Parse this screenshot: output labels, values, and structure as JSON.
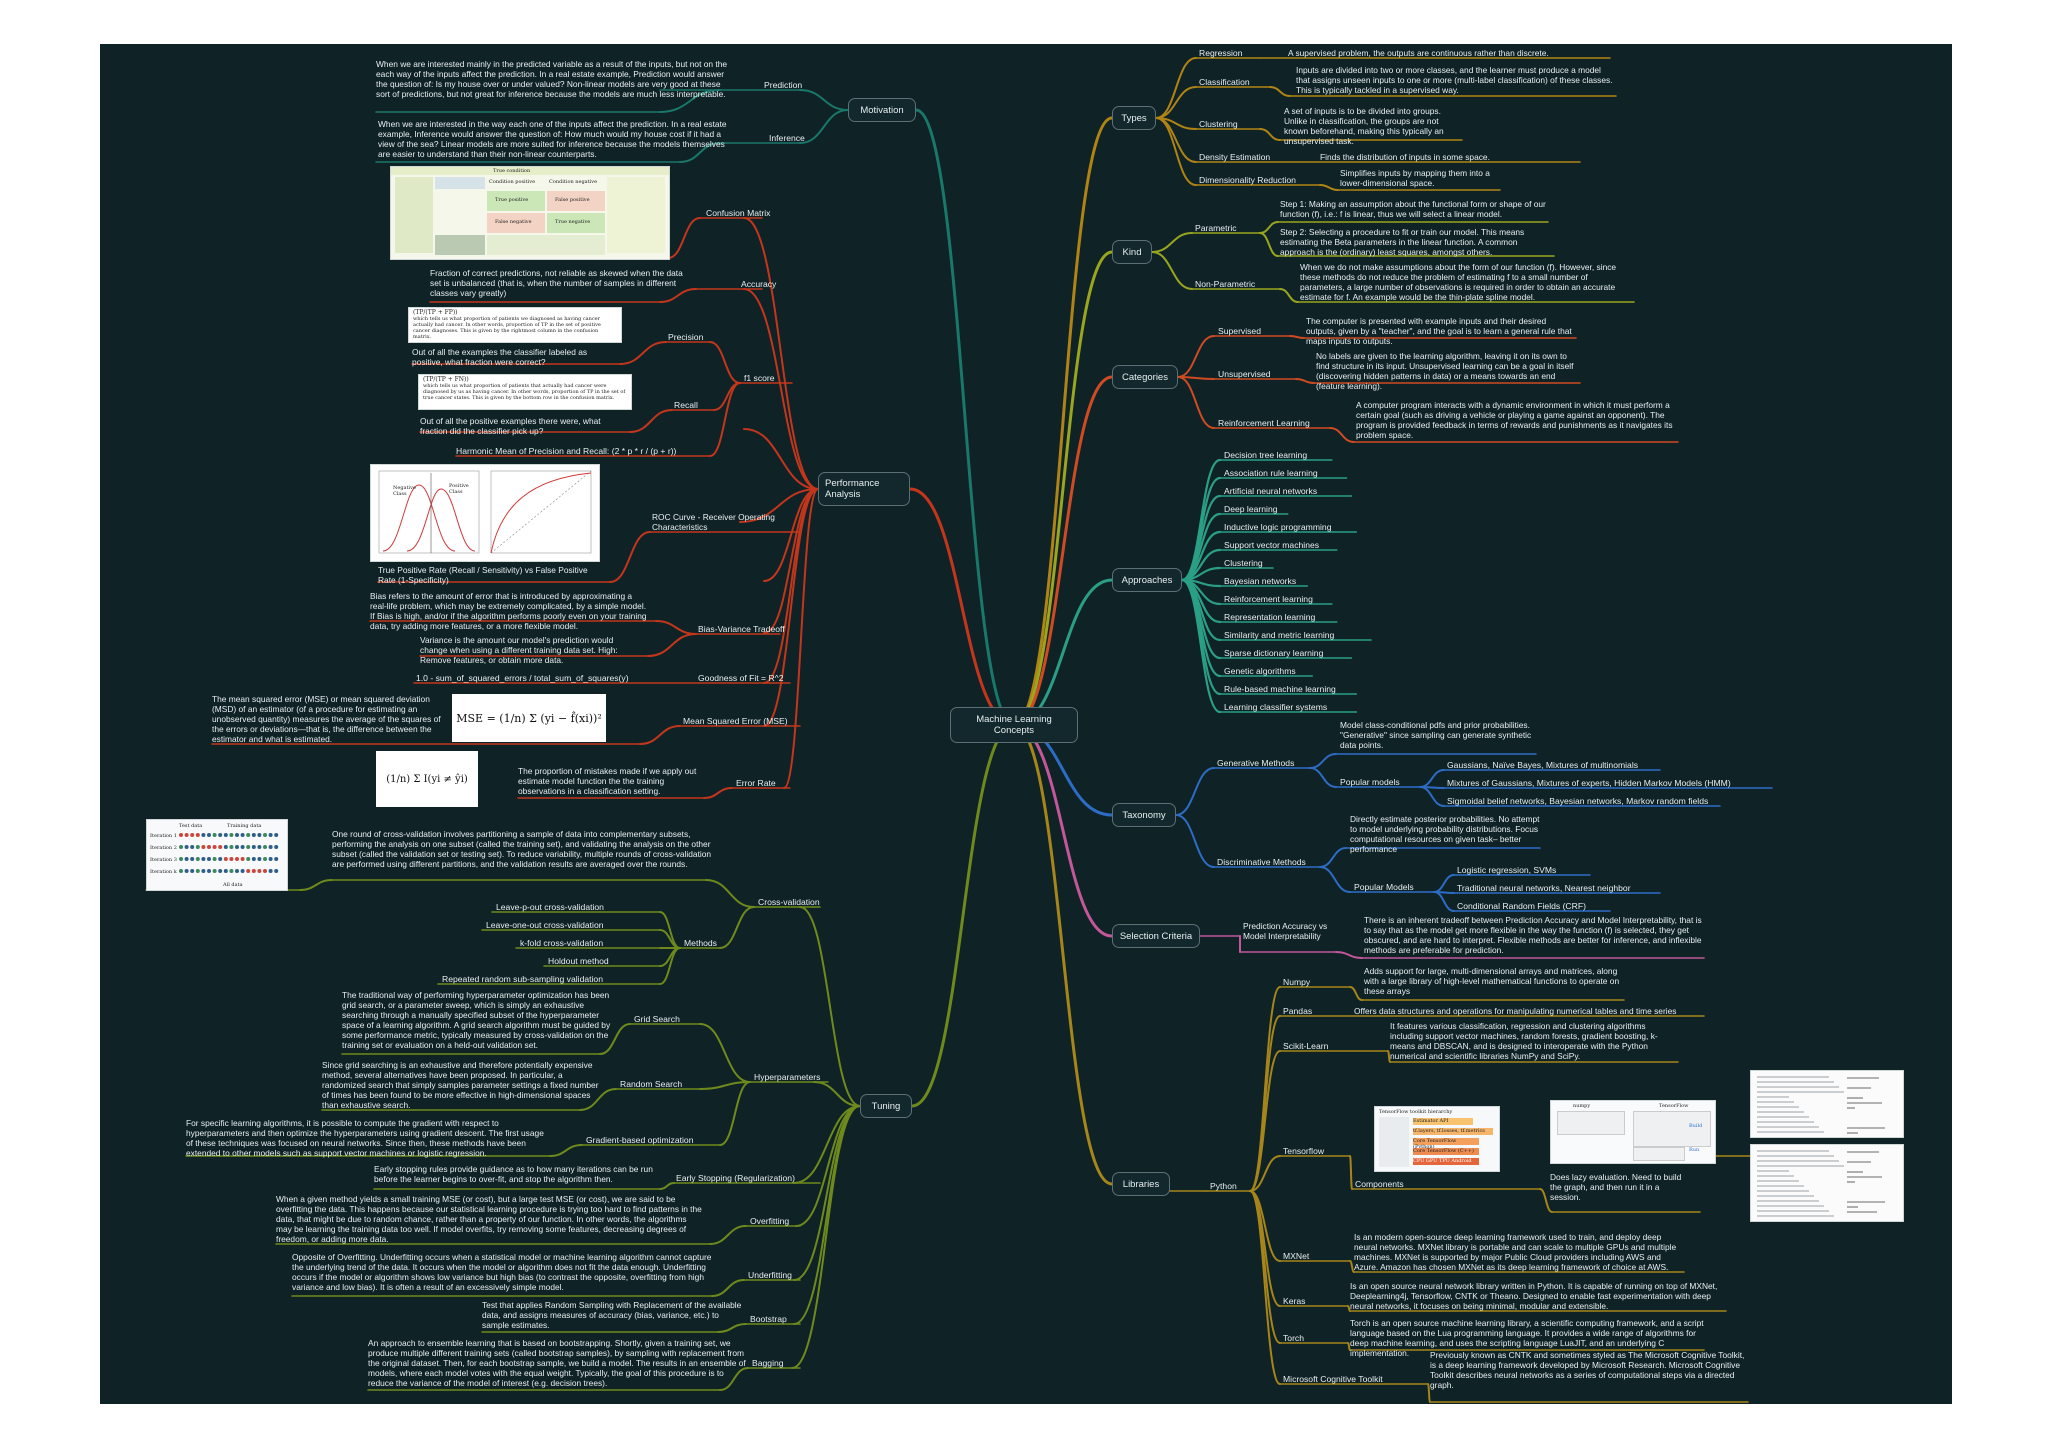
{
  "center": "Machine Learning Concepts",
  "motivation": {
    "title": "Motivation",
    "prediction": {
      "label": "Prediction",
      "text": "When we are interested mainly in the predicted variable as a result of the inputs, but not on the each way of the inputs affect the prediction. In a real estate example, Prediction would answer the question of: Is my house over or under valued? Non-linear models are very good at these sort of predictions, but not great for inference because the models are much less interpretable."
    },
    "inference": {
      "label": "Inference",
      "text": "When we are interested in the way each one of the inputs affect the prediction. In a real estate example, Inference would answer the question of: How much would my house cost if it had a view of the sea? Linear models are more suited for inference because the models themselves are easier to understand than their non-linear counterparts."
    }
  },
  "performance": {
    "title": "Performance Analysis",
    "confusion_matrix": {
      "label": "Confusion Matrix",
      "header": "True condition",
      "pos": "Condition positive",
      "neg": "Condition negative",
      "tp": "True positive",
      "fp": "False positive",
      "fn": "False negative",
      "tn": "True negative"
    },
    "accuracy": {
      "label": "Accuracy",
      "text": "Fraction of correct predictions, not reliable as skewed when the data set is unbalanced (that is, when the number of samples in different classes vary greatly)"
    },
    "f1": {
      "label": "f1 score",
      "harmonic": "Harmonic Mean of Precision and Recall: (2 * p * r / (p + r))"
    },
    "precision": {
      "label": "Precision",
      "formula": "(TP/(TP + FP))",
      "card_text": "which tells us what proportion of patients we diagnosed as having cancer actually had cancer. In other words, proportion of TP in the set of positive cancer diagnoses. This is given by the rightmost column in the confusion matrix.",
      "text": "Out of all the examples the classifier labeled as positive, what fraction were correct?"
    },
    "recall": {
      "label": "Recall",
      "formula": "(TP/(TP + FN))",
      "card_text": "which tells us what proportion of patients that actually had cancer were diagnosed by us as having cancer. In other words, proportion of TP in the set of true cancer states. This is given by the bottom row in the confusion matrix.",
      "text": "Out of all the positive examples there were, what fraction did the classifier pick up?"
    },
    "roc": {
      "label": "ROC Curve - Receiver Operating Characteristics",
      "text": "True Positive Rate (Recall / Sensitivity) vs False Positive Rate (1-Specificity)",
      "neg": "Negative Class",
      "posc": "Positive Class"
    },
    "bias_variance": {
      "label": "Bias-Variance Tradeoff",
      "bias": "Bias refers to the amount of error that is introduced by approximating a real-life problem, which may be extremely complicated, by a simple model. If Bias is high, and/or if the algorithm performs poorly even on your training data, try adding more features, or a more flexible model.",
      "variance": "Variance is the amount our model's prediction would change when using a different training data set. High: Remove features, or obtain more data."
    },
    "goodness": {
      "label": "Goodness of Fit = R^2",
      "text": "1.0 - sum_of_squared_errors / total_sum_of_squares(y)"
    },
    "mse": {
      "label": "Mean Squared Error (MSE)",
      "text": "The mean squared error (MSE) or mean squared deviation (MSD) of an estimator (of a procedure for estimating an unobserved quantity) measures the average of the squares of the errors or deviations—that is, the difference between the estimator and what is estimated.",
      "formula": "MSE = (1/n) Σ (yi − f̂(xi))²"
    },
    "error_rate": {
      "label": "Error Rate",
      "text": "The proportion of mistakes made if we apply out estimate model function the the training observations in a classification setting.",
      "formula": "(1/n) Σ I(yi ≠ ŷi)"
    }
  },
  "tuning": {
    "title": "Tuning",
    "cross_validation": {
      "label": "Cross-validation",
      "text": "One round of cross-validation involves partitioning a sample of data into complementary subsets, performing the analysis on one subset (called the training set), and validating the analysis on the other subset (called the validation set or testing set). To reduce variability, multiple rounds of cross-validation are performed using different partitions, and the validation results are averaged over the rounds.",
      "card": [
        "Test data",
        "Training data",
        "Iteration 1",
        "Iteration 2",
        "Iteration 3",
        "Iteration k",
        "All data"
      ]
    },
    "methods": {
      "label": "Methods",
      "items": [
        "Leave-p-out cross-validation",
        "Leave-one-out cross-validation",
        "k-fold cross-validation",
        "Holdout method",
        "Repeated random sub-sampling validation"
      ]
    },
    "hyperparameters": {
      "label": "Hyperparameters",
      "grid": {
        "label": "Grid Search",
        "text": "The traditional way of performing hyperparameter optimization has been grid search, or a parameter sweep, which is simply an exhaustive searching through a manually specified subset of the hyperparameter space of a learning algorithm. A grid search algorithm must be guided by some performance metric, typically measured by cross-validation on the training set or evaluation on a held-out validation set."
      },
      "random": {
        "label": "Random Search",
        "text": "Since grid searching is an exhaustive and therefore potentially expensive method, several alternatives have been proposed. In particular, a randomized search that simply samples parameter settings a fixed number of times has been found to be more effective in high-dimensional spaces than exhaustive search."
      },
      "gradient": {
        "label": "Gradient-based optimization",
        "text": "For specific learning algorithms, it is possible to compute the gradient with respect to hyperparameters and then optimize the hyperparameters using gradient descent. The first usage of these techniques was focused on neural networks. Since then, these methods have been extended to other models such as support vector machines or logistic regression."
      }
    },
    "early": {
      "label": "Early Stopping (Regularization)",
      "text": "Early stopping rules provide guidance as to how many iterations can be run before the learner begins to over-fit, and stop the algorithm then."
    },
    "overfitting": {
      "label": "Overfitting",
      "text": "When a given method yields a small training MSE (or cost), but a large test MSE (or cost), we are said to be overfitting the data. This happens because our statistical learning procedure is trying too hard to find patterns in the data, that might be due to random chance, rather than a property of our function. In other words, the algorithms may be learning the training data too well. If model overfits, try removing some features, decreasing degrees of freedom, or adding more data."
    },
    "underfitting": {
      "label": "Underfitting",
      "text": "Opposite of Overfitting. Underfitting occurs when a statistical model or machine learning algorithm cannot capture the underlying trend of the data. It occurs when the model or algorithm does not fit the data enough. Underfitting occurs if the model or algorithm shows low variance but high bias (to contrast the opposite, overfitting from high variance and low bias). It is often a result of an excessively simple model."
    },
    "bootstrap": {
      "label": "Bootstrap",
      "text": "Test that applies Random Sampling with Replacement of the available data, and assigns measures of accuracy (bias, variance, etc.) to sample estimates."
    },
    "bagging": {
      "label": "Bagging",
      "text": "An approach to ensemble learning that is based on bootstrapping. Shortly, given a training set, we produce multiple different training sets (called bootstrap samples), by sampling with replacement from the original dataset. Then, for each bootstrap sample, we build a model. The results in an ensemble of models, where each model votes with the equal weight. Typically, the goal of this procedure is to reduce the variance of the model of interest (e.g. decision trees)."
    }
  },
  "types": {
    "title": "Types",
    "regression": {
      "label": "Regression",
      "text": "A supervised problem, the outputs are continuous rather than discrete."
    },
    "classification": {
      "label": "Classification",
      "text": "Inputs are divided into two or more classes, and the learner must produce a model that assigns unseen inputs to one or more (multi-label classification) of these classes. This is typically tackled in a supervised way."
    },
    "clustering": {
      "label": "Clustering",
      "text": "A set of inputs is to be divided into groups. Unlike in classification, the groups are not known beforehand, making this typically an unsupervised task."
    },
    "density": {
      "label": "Density Estimation",
      "text": "Finds the distribution of inputs in some space."
    },
    "dimred": {
      "label": "Dimensionality Reduction",
      "text": "Simplifies inputs by mapping them into a lower-dimensional space."
    }
  },
  "kind": {
    "title": "Kind",
    "parametric": {
      "label": "Parametric",
      "step1": "Step 1: Making an assumption about the functional form or shape of our function (f), i.e.: f is linear, thus we will select a linear model.",
      "step2": "Step 2: Selecting a procedure to fit or train our model. This means estimating the Beta parameters in the linear function. A common approach is the (ordinary) least squares, amongst others."
    },
    "nonparametric": {
      "label": "Non-Parametric",
      "text": "When we do not make assumptions about the form of our function (f). However, since these methods do not reduce the problem of estimating f to a small number of parameters, a large number of observations is required in order to obtain an accurate estimate for f. An example would be the thin-plate spline model."
    }
  },
  "categories": {
    "title": "Categories",
    "supervised": {
      "label": "Supervised",
      "text": "The computer is presented with example inputs and their desired outputs, given by a \"teacher\", and the goal is to learn a general rule that maps inputs to outputs."
    },
    "unsupervised": {
      "label": "Unsupervised",
      "text": "No labels are given to the learning algorithm, leaving it on its own to find structure in its input. Unsupervised learning can be a goal in itself (discovering hidden patterns in data) or a means towards an end (feature learning)."
    },
    "reinforcement": {
      "label": "Reinforcement Learning",
      "text": "A computer program interacts with a dynamic environment in which it must perform a certain goal (such as driving a vehicle or playing a game against an opponent). The program is provided feedback in terms of rewards and punishments as it navigates its problem space."
    }
  },
  "approaches": {
    "title": "Approaches",
    "items": [
      "Decision tree learning",
      "Association rule learning",
      "Artificial neural networks",
      "Deep learning",
      "Inductive logic programming",
      "Support vector machines",
      "Clustering",
      "Bayesian networks",
      "Reinforcement learning",
      "Representation learning",
      "Similarity and metric learning",
      "Sparse dictionary learning",
      "Genetic algorithms",
      "Rule-based machine learning",
      "Learning classifier systems"
    ]
  },
  "taxonomy": {
    "title": "Taxonomy",
    "generative": {
      "label": "Generative Methods",
      "text": "Model class-conditional pdfs and prior probabilities. \"Generative\" since sampling can generate synthetic data points.",
      "popular": "Popular models",
      "models": [
        "Gaussians, Naïve Bayes, Mixtures of multinomials",
        "Mixtures of Gaussians, Mixtures of experts, Hidden Markov Models (HMM)",
        "Sigmoidal belief networks, Bayesian networks, Markov random fields"
      ]
    },
    "discriminative": {
      "label": "Discriminative Methods",
      "text": "Directly estimate posterior probabilities. No attempt to model underlying probability distributions. Focus computational resources on given task– better performance",
      "popular": "Popular Models",
      "models": [
        "Logistic regression, SVMs",
        "Traditional neural networks, Nearest neighbor",
        "Conditional Random Fields (CRF)"
      ]
    }
  },
  "selection": {
    "title": "Selection Criteria",
    "label": "Prediction Accuracy vs Model Interpretability",
    "text": "There is an inherent tradeoff between Prediction Accuracy and Model Interpretability, that is to say that as the model get more flexible in the way the function (f) is selected, they get obscured, and are hard to interpret. Flexible methods are better for inference, and inflexible methods are preferable for prediction."
  },
  "libraries": {
    "title": "Libraries",
    "python": "Python",
    "numpy": {
      "label": "Numpy",
      "text": "Adds support for large, multi-dimensional arrays and matrices, along with a large library of high-level mathematical functions to operate on these arrays"
    },
    "pandas": {
      "label": "Pandas",
      "text": "Offers data structures and operations for manipulating numerical tables and time series"
    },
    "sklearn": {
      "label": "Scikit-Learn",
      "text": "It features various classification, regression and clustering algorithms including support vector machines, random forests, gradient boosting, k-means and DBSCAN, and is designed to interoperate with the Python numerical and scientific libraries NumPy and SciPy."
    },
    "tensorflow": {
      "label": "Tensorflow",
      "components": "Components",
      "lazy": "Does lazy evaluation. Need to build the graph, and then run it in a session.",
      "card_title": "TensorFlow toolkit hierarchy",
      "stack": [
        "Estimator API",
        "tf.layers, tf.losses, tf.metrics",
        "Core TensorFlow (Python)",
        "Core TensorFlow (C++)",
        "CPU  GPU  TPU  Android"
      ],
      "numpy_hdr": "numpy",
      "tf_hdr": "TensorFlow",
      "build": "Build",
      "run": "Run"
    },
    "mxnet": {
      "label": "MXNet",
      "text": "Is an modern open-source deep learning framework used to train, and deploy deep neural networks. MXNet library is portable and can scale to multiple GPUs and multiple machines. MXNet is supported by major Public Cloud providers including AWS and Azure. Amazon has chosen MXNet as its deep learning framework of choice at AWS."
    },
    "keras": {
      "label": "Keras",
      "text": "Is an open source neural network library written in Python. It is capable of running on top of MXNet, Deeplearning4j, Tensorflow, CNTK or Theano. Designed to enable fast experimentation with deep neural networks, it focuses on being minimal, modular and extensible."
    },
    "torch": {
      "label": "Torch",
      "text": "Torch is an open source machine learning library, a scientific computing framework, and a script language based on the Lua programming language. It provides a wide range of algorithms for deep machine learning, and uses the scripting language LuaJIT, and an underlying C implementation."
    },
    "cntk": {
      "label": "Microsoft Cognitive Toolkit",
      "text": "Previously known as CNTK and sometimes styled as The Microsoft Cognitive Toolkit, is a deep learning framework developed by Microsoft Research. Microsoft Cognitive Toolkit describes neural networks as a series of computational steps via a directed graph."
    }
  },
  "colors": {
    "background": "#0f2226",
    "motivation": "#19786a",
    "performance": "#c4361b",
    "tuning": "#6f8a1c",
    "types": "#b08414",
    "kind": "#9aa61e",
    "categories": "#d04a22",
    "approaches": "#2b9f86",
    "taxonomy": "#2d6cc5",
    "selection": "#c2579a",
    "libraries": "#a6851a"
  }
}
